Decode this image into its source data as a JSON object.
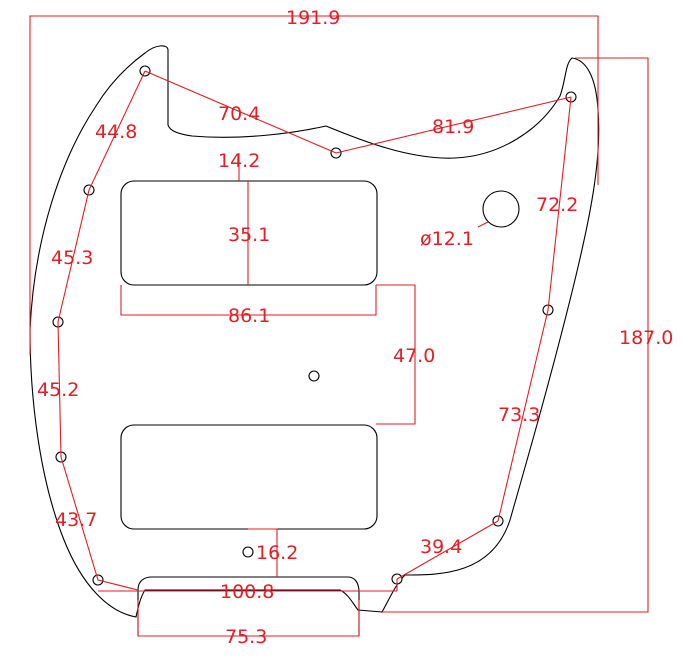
{
  "colors": {
    "background": "#ffffff",
    "outline": "#000000",
    "dimension": "#e31e24"
  },
  "dimensions": {
    "overall_width": "191.9",
    "overall_height": "187.0",
    "screw_top_left_to_mid": "70.4",
    "screw_mid_to_top_right": "81.9",
    "screw_left_1": "44.8",
    "screw_left_2": "45.3",
    "screw_left_3": "45.2",
    "screw_left_4": "43.7",
    "screw_right_1": "72.2",
    "screw_right_2": "73.3",
    "screw_bottom_right": "39.4",
    "bottom_screw_span": "100.8",
    "neck_to_pickup_gap": "14.2",
    "pickup_height": "35.1",
    "pickup_width": "86.1",
    "pickup_spacing": "47.0",
    "pickup_to_bottom_screw": "16.2",
    "bottom_cutout_width": "75.3",
    "control_hole_diameter": "ø12.1"
  }
}
